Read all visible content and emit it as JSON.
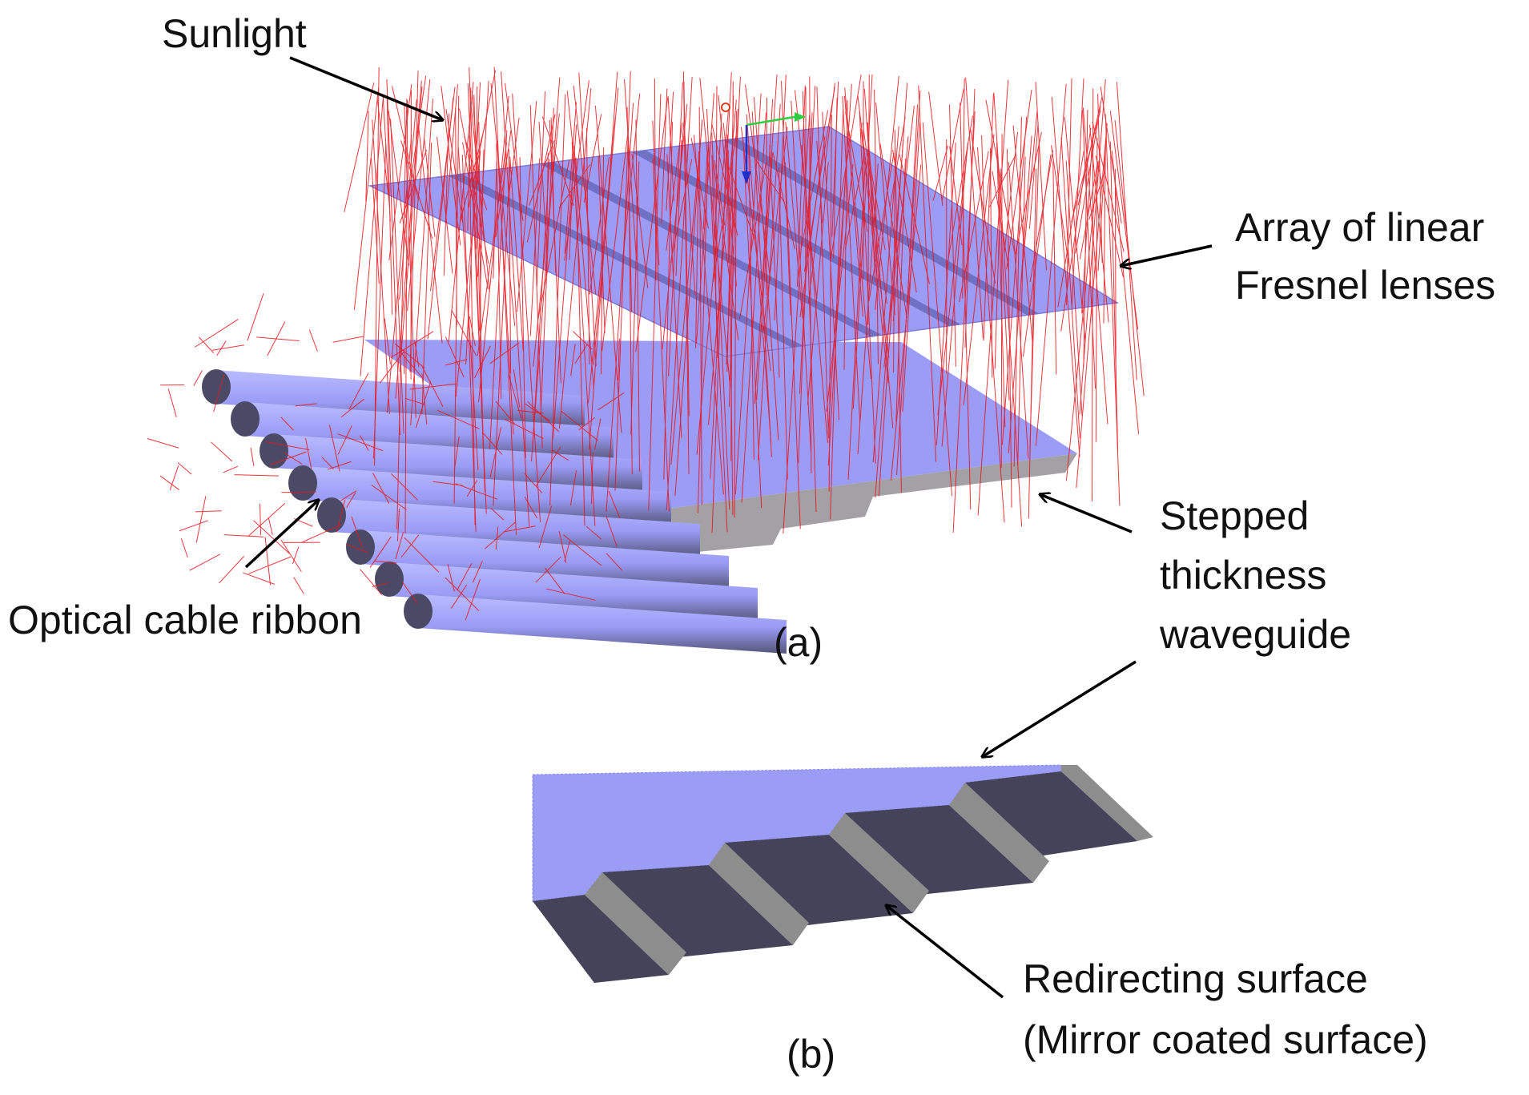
{
  "labels": {
    "sunlight": "Sunlight",
    "fresnel_line1": "Array of linear",
    "fresnel_line2": "Fresnel lenses",
    "stepped_line1": "Stepped",
    "stepped_line2": "thickness",
    "stepped_line3": "waveguide",
    "optical_cable": "Optical cable ribbon",
    "redirecting_line1": "Redirecting surface",
    "redirecting_line2": "(Mirror coated surface)",
    "panel_a": "(a)",
    "panel_b": "(b)"
  },
  "colors": {
    "component_fill": "#9a9cf6",
    "ray": "#e8141c",
    "dark_face": "#44435a",
    "mirror_face": "#8d8d8d",
    "arrow": "#000000"
  }
}
